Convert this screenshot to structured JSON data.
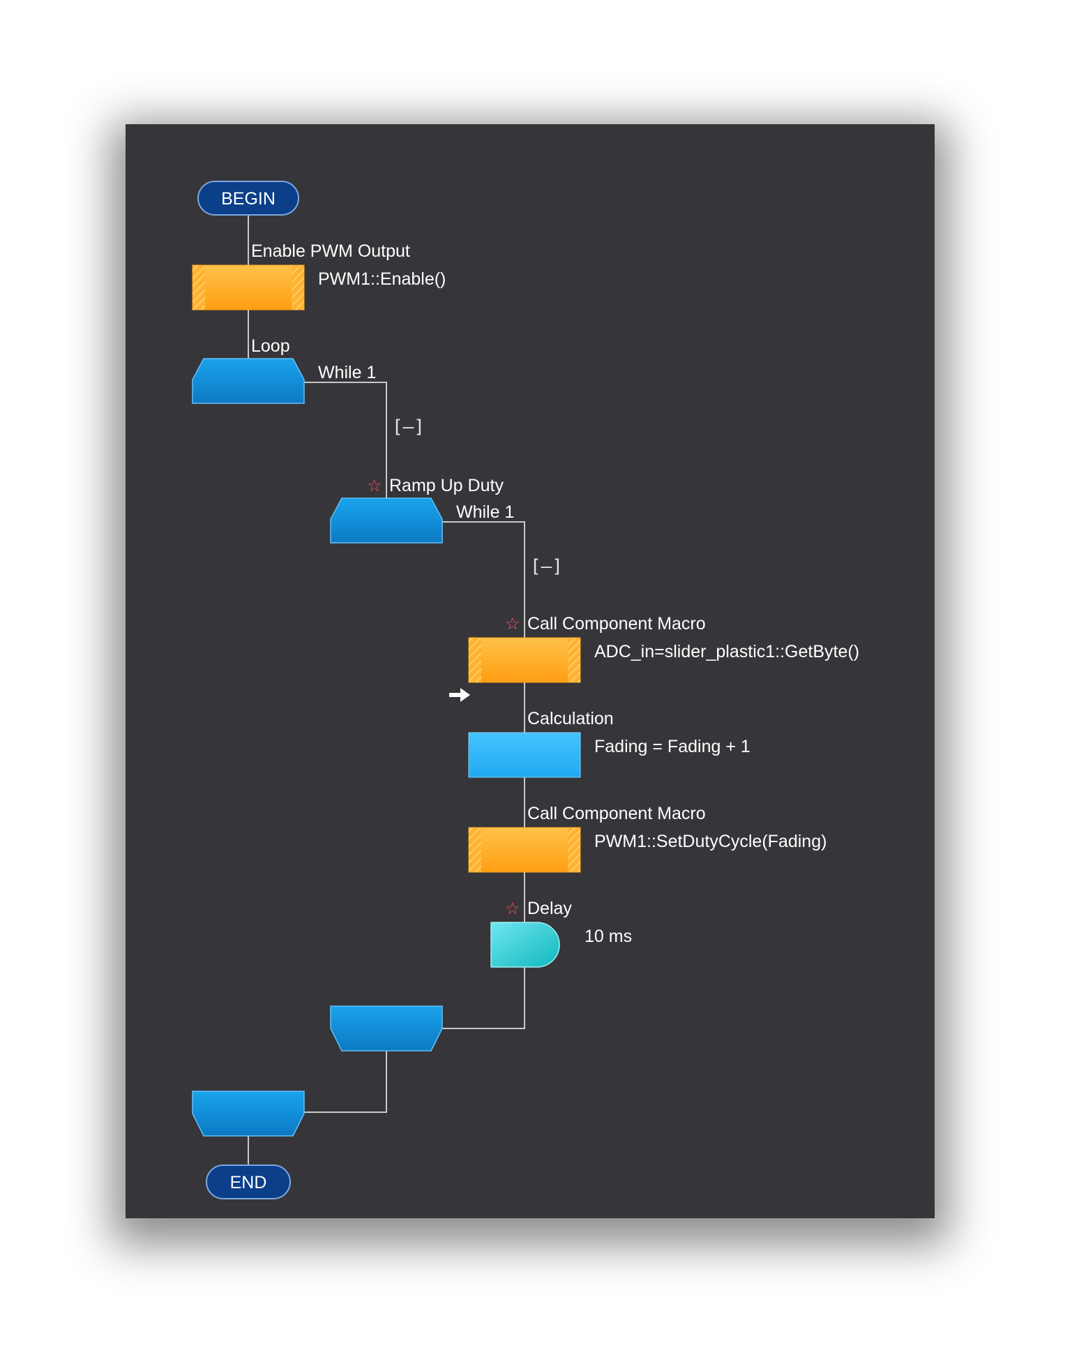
{
  "terminals": {
    "begin": "BEGIN",
    "end": "END"
  },
  "blocks": {
    "enable_pwm": {
      "title": "Enable PWM Output",
      "detail": "PWM1::Enable()"
    },
    "loop": {
      "title": "Loop",
      "detail": "While 1",
      "collapse": "[–]"
    },
    "ramp_up": {
      "title": "Ramp Up Duty",
      "detail": "While 1",
      "collapse": "[–]",
      "marker": "☆"
    },
    "call_getbyte": {
      "title": "Call Component Macro",
      "detail": "ADC_in=slider_plastic1::GetByte()",
      "marker": "☆"
    },
    "calculation": {
      "title": "Calculation",
      "detail": "Fading = Fading + 1"
    },
    "call_setduty": {
      "title": "Call Component Macro",
      "detail": "PWM1::SetDutyCycle(Fading)"
    },
    "delay": {
      "title": "Delay",
      "detail": "10 ms",
      "marker": "☆"
    }
  },
  "icons": {
    "cursor_arrow": "right-arrow-icon",
    "marker": "star-icon"
  },
  "colors": {
    "canvas": "#363539",
    "terminal": "#0b3f8a",
    "macro": "#ffb02e",
    "loop": "#0f8ed8",
    "calculation": "#2eb6ff",
    "delay": "#2ac9cf",
    "wire": "#c9c9c9",
    "star": "#ff4d5a"
  }
}
